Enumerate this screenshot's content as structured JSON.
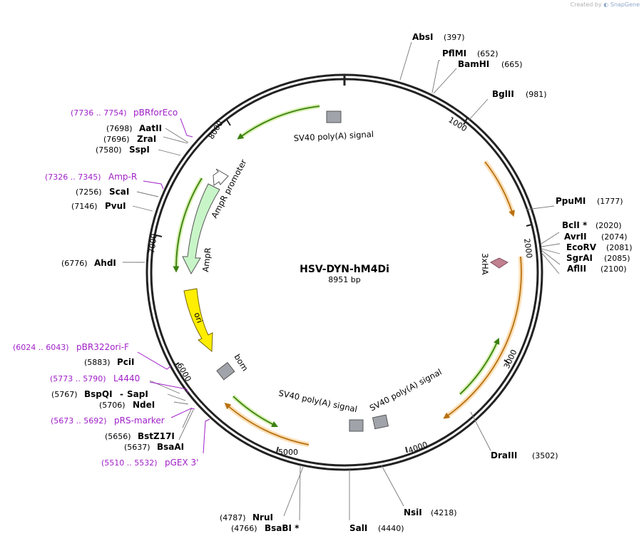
{
  "credit": {
    "prefix": "Created by",
    "brand": "SnapGene"
  },
  "plasmid": {
    "name": "HSV-DYN-hM4Di",
    "length_label": "8951 bp"
  },
  "ticks": [
    "1000",
    "2000",
    "3000",
    "4000",
    "5000",
    "6000",
    "7000",
    "8000"
  ],
  "enzymes": [
    {
      "name": "AbsI",
      "pos": "(397)"
    },
    {
      "name": "PflMI",
      "pos": "(652)"
    },
    {
      "name": "BamHI",
      "pos": "(665)"
    },
    {
      "name": "BglII",
      "pos": "(981)"
    },
    {
      "name": "PpuMI",
      "pos": "(1777)"
    },
    {
      "name": "BclI *",
      "pos": "(2020)"
    },
    {
      "name": "AvrII",
      "pos": "(2074)"
    },
    {
      "name": "EcoRV",
      "pos": "(2081)"
    },
    {
      "name": "SgrAI",
      "pos": "(2085)"
    },
    {
      "name": "AflII",
      "pos": "(2100)"
    },
    {
      "name": "DraIII",
      "pos": "(3502)"
    },
    {
      "name": "NsiI",
      "pos": "(4218)"
    },
    {
      "name": "SalI",
      "pos": "(4440)"
    },
    {
      "name": "NruI",
      "pos": "(4787)"
    },
    {
      "name": "BsaBI *",
      "pos": "(4766)"
    },
    {
      "name": "BsaAI",
      "pos": "(5637)"
    },
    {
      "name": "BstZ17I",
      "pos": "(5656)"
    },
    {
      "name": "NdeI",
      "pos": "(5706)"
    },
    {
      "name": "BspQI",
      "pos": "(5767)"
    },
    {
      "name": "SapI",
      "pos": ""
    },
    {
      "name": "PciI",
      "pos": "(5883)"
    },
    {
      "name": "AhdI",
      "pos": "(6776)"
    },
    {
      "name": "PvuI",
      "pos": "(7146)"
    },
    {
      "name": "ScaI",
      "pos": "(7256)"
    },
    {
      "name": "SspI",
      "pos": "(7580)"
    },
    {
      "name": "ZraI",
      "pos": "(7696)"
    },
    {
      "name": "AatII",
      "pos": "(7698)"
    }
  ],
  "primers": [
    {
      "name": "pBRforEco",
      "range": "(7736 .. 7754)"
    },
    {
      "name": "Amp-R",
      "range": "(7326 .. 7345)"
    },
    {
      "name": "pBR322ori-F",
      "range": "(6024 .. 6043)"
    },
    {
      "name": "L4440",
      "range": "(5773 .. 5790)"
    },
    {
      "name": "pRS-marker",
      "range": "(5673 .. 5692)"
    },
    {
      "name": "pGEX 3'",
      "range": "(5510 .. 5532)"
    }
  ],
  "features": [
    {
      "name": "SV40 poly(A) signal"
    },
    {
      "name": "AmpR promoter"
    },
    {
      "name": "AmpR"
    },
    {
      "name": "ori"
    },
    {
      "name": "bom"
    },
    {
      "name": "3xHA"
    },
    {
      "name": "SV40 poly(A) signal"
    },
    {
      "name": "SV40 poly(A) signal"
    }
  ],
  "colors": {
    "backbone": "#222222",
    "primer": "#a020c8",
    "orf_orange": "#f0b060",
    "orf_green": "#5aa820",
    "ori": "#ffee00",
    "ampr_fill": "#c8f5c8",
    "polyA_box": "#a0a4aa",
    "tag": "#c08090"
  }
}
